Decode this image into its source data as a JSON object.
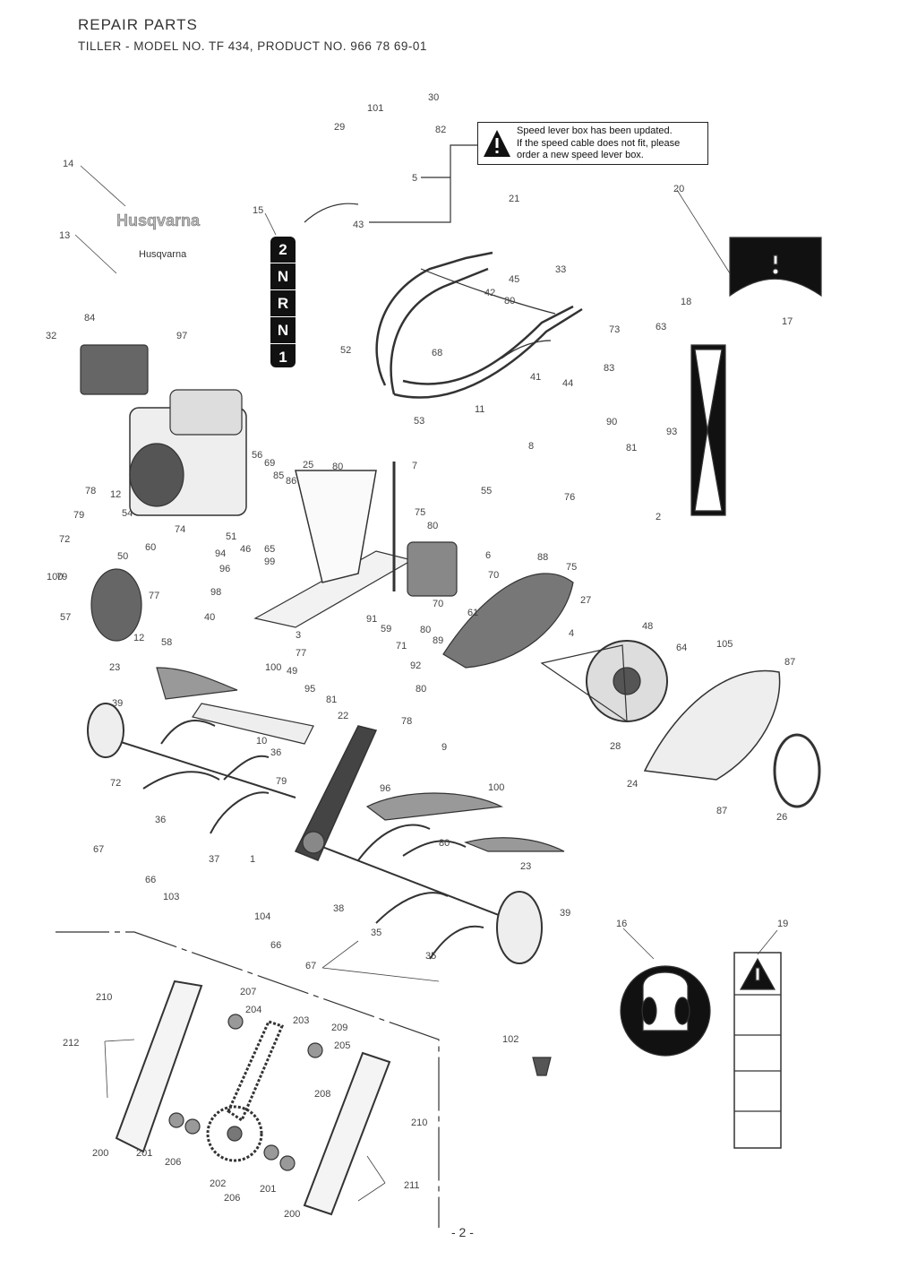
{
  "header": {
    "title": "REPAIR PARTS",
    "subtitle": "TILLER - MODEL NO. TF 434, PRODUCT NO. 966 78 69-01"
  },
  "notice": {
    "line1": "Speed lever box has been updated.",
    "line2": "If the speed cable does not fit, please",
    "line3": "order a new speed lever box."
  },
  "logos": {
    "large": "Husqvarna",
    "small": "Husqvarna"
  },
  "gear_labels": [
    "2",
    "N",
    "R",
    "N",
    "1"
  ],
  "callouts": [
    "30",
    "101",
    "29",
    "82",
    "5",
    "43",
    "14",
    "13",
    "15",
    "21",
    "20",
    "45",
    "42",
    "33",
    "80",
    "18",
    "17",
    "84",
    "97",
    "32",
    "52",
    "68",
    "73",
    "63",
    "41",
    "44",
    "83",
    "11",
    "53",
    "90",
    "8",
    "81",
    "93",
    "76",
    "2",
    "25",
    "80",
    "7",
    "56",
    "69",
    "85",
    "86",
    "78",
    "12",
    "79",
    "54",
    "72",
    "79",
    "74",
    "50",
    "60",
    "94",
    "96",
    "98",
    "46",
    "65",
    "51",
    "99",
    "75",
    "80",
    "55",
    "6",
    "70",
    "88",
    "75",
    "27",
    "100",
    "77",
    "57",
    "40",
    "12",
    "58",
    "91",
    "59",
    "3",
    "77",
    "71",
    "92",
    "49",
    "95",
    "81",
    "80",
    "70",
    "80",
    "61",
    "89",
    "4",
    "48",
    "64",
    "105",
    "87",
    "23",
    "100",
    "39",
    "22",
    "78",
    "10",
    "36",
    "79",
    "72",
    "9",
    "96",
    "100",
    "36",
    "28",
    "24",
    "87",
    "26",
    "67",
    "1",
    "80",
    "37",
    "23",
    "66",
    "103",
    "104",
    "38",
    "39",
    "66",
    "35",
    "35",
    "16",
    "19",
    "67",
    "210",
    "207",
    "204",
    "203",
    "209",
    "205",
    "212",
    "208",
    "210",
    "200",
    "201",
    "206",
    "202",
    "206",
    "201",
    "211",
    "200",
    "102"
  ],
  "page_number": "- 2 -"
}
